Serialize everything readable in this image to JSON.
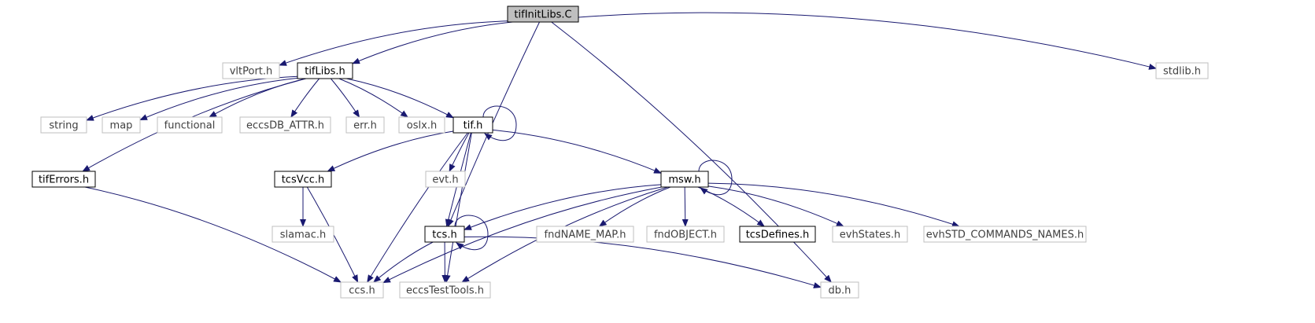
{
  "graph": {
    "nodes": [
      {
        "id": "tifInitLibs",
        "label": "tifInitLibs.C",
        "style": "root"
      },
      {
        "id": "vltPort",
        "label": "vltPort.h",
        "style": "external"
      },
      {
        "id": "tifLibs",
        "label": "tifLibs.h",
        "style": "local"
      },
      {
        "id": "stdlib",
        "label": "stdlib.h",
        "style": "external"
      },
      {
        "id": "string",
        "label": "string",
        "style": "external"
      },
      {
        "id": "map",
        "label": "map",
        "style": "external"
      },
      {
        "id": "functional",
        "label": "functional",
        "style": "external"
      },
      {
        "id": "eccsDB_ATTR",
        "label": "eccsDB_ATTR.h",
        "style": "external"
      },
      {
        "id": "err",
        "label": "err.h",
        "style": "external"
      },
      {
        "id": "oslx",
        "label": "oslx.h",
        "style": "external"
      },
      {
        "id": "tif",
        "label": "tif.h",
        "style": "local"
      },
      {
        "id": "tifErrors",
        "label": "tifErrors.h",
        "style": "local"
      },
      {
        "id": "tcsVcc",
        "label": "tcsVcc.h",
        "style": "local"
      },
      {
        "id": "evt",
        "label": "evt.h",
        "style": "external"
      },
      {
        "id": "msw",
        "label": "msw.h",
        "style": "local"
      },
      {
        "id": "slamac",
        "label": "slamac.h",
        "style": "external"
      },
      {
        "id": "tcs",
        "label": "tcs.h",
        "style": "local"
      },
      {
        "id": "fndNAME_MAP",
        "label": "fndNAME_MAP.h",
        "style": "external"
      },
      {
        "id": "fndOBJECT",
        "label": "fndOBJECT.h",
        "style": "external"
      },
      {
        "id": "tcsDefines",
        "label": "tcsDefines.h",
        "style": "local"
      },
      {
        "id": "evhStates",
        "label": "evhStates.h",
        "style": "external"
      },
      {
        "id": "evhSTD",
        "label": "evhSTD_COMMANDS_NAMES.h",
        "style": "external"
      },
      {
        "id": "ccs",
        "label": "ccs.h",
        "style": "external"
      },
      {
        "id": "eccsTestTools",
        "label": "eccsTestTools.h",
        "style": "external"
      },
      {
        "id": "db",
        "label": "db.h",
        "style": "external"
      }
    ],
    "edges": [
      [
        "tifInitLibs",
        "vltPort"
      ],
      [
        "tifInitLibs",
        "tifLibs"
      ],
      [
        "tifInitLibs",
        "stdlib"
      ],
      [
        "tifInitLibs",
        "tcs"
      ],
      [
        "tifInitLibs",
        "db"
      ],
      [
        "tifLibs",
        "string"
      ],
      [
        "tifLibs",
        "map"
      ],
      [
        "tifLibs",
        "functional"
      ],
      [
        "tifLibs",
        "eccsDB_ATTR"
      ],
      [
        "tifLibs",
        "err"
      ],
      [
        "tifLibs",
        "oslx"
      ],
      [
        "tifLibs",
        "tif"
      ],
      [
        "tifLibs",
        "tifErrors"
      ],
      [
        "tif",
        "tif"
      ],
      [
        "tif",
        "tcsVcc"
      ],
      [
        "tif",
        "evt"
      ],
      [
        "tif",
        "msw"
      ],
      [
        "tif",
        "tcs"
      ],
      [
        "tif",
        "ccs"
      ],
      [
        "tif",
        "eccsTestTools"
      ],
      [
        "tifErrors",
        "ccs"
      ],
      [
        "tcsVcc",
        "slamac"
      ],
      [
        "tcsVcc",
        "ccs"
      ],
      [
        "msw",
        "msw"
      ],
      [
        "msw",
        "tcs"
      ],
      [
        "msw",
        "fndNAME_MAP"
      ],
      [
        "msw",
        "fndOBJECT"
      ],
      [
        "msw",
        "tcsDefines"
      ],
      [
        "msw",
        "evhStates"
      ],
      [
        "msw",
        "evhSTD"
      ],
      [
        "msw",
        "ccs"
      ],
      [
        "msw",
        "eccsTestTools"
      ],
      [
        "tcs",
        "tcs"
      ],
      [
        "tcs",
        "ccs"
      ],
      [
        "tcs",
        "eccsTestTools"
      ],
      [
        "tcs",
        "db"
      ]
    ],
    "colors": {
      "edge": "#191970",
      "root_fill": "#bfbfbf",
      "root_stroke": "#000000",
      "local_stroke": "#000000",
      "external_stroke": "#bfbfbf",
      "local_text": "#000000",
      "external_text": "#404040"
    }
  }
}
